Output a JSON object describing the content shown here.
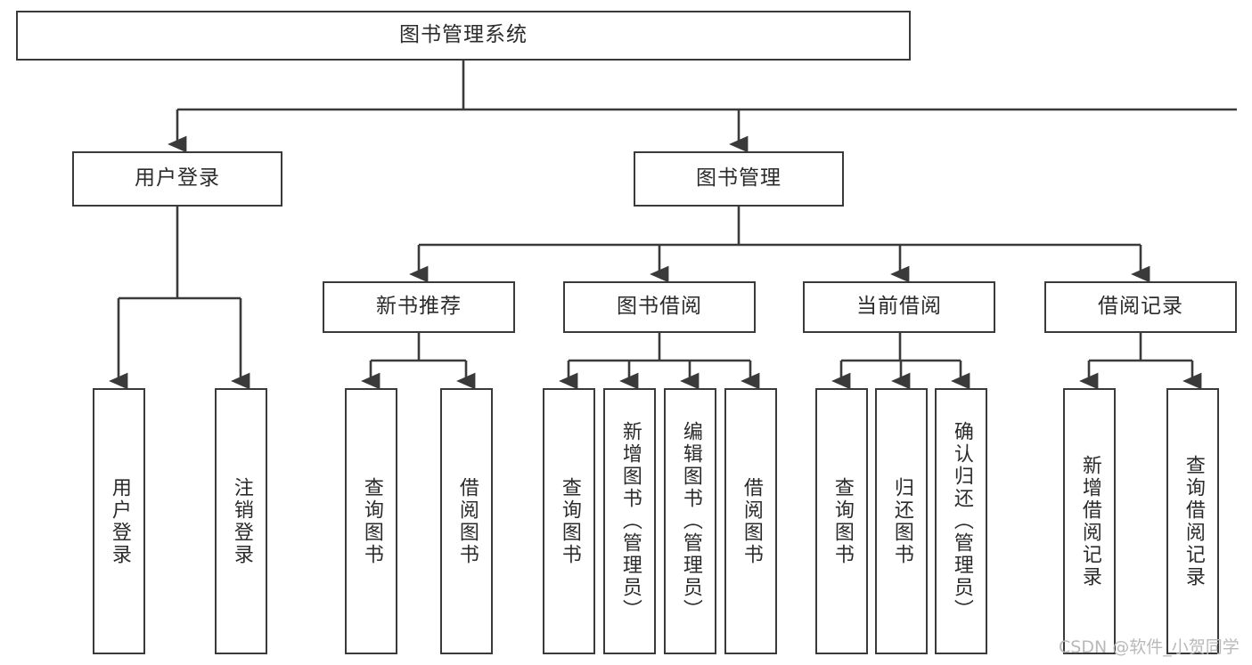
{
  "diagram": {
    "title": "图书管理系统",
    "type": "tree-hierarchy-chart",
    "colors": {
      "box_border": "#3a3a3a",
      "box_fill": "#ffffff",
      "connector": "#3a3a3a",
      "text": "#2b2b2b",
      "watermark": "#b9b9b9",
      "background": "#ffffff"
    },
    "root": {
      "label": "图书管理系统"
    },
    "level2": [
      {
        "id": "user-login",
        "label": "用户登录"
      },
      {
        "id": "book-management",
        "label": "图书管理"
      }
    ],
    "level3": [
      {
        "id": "new-book-recommend",
        "label": "新书推荐"
      },
      {
        "id": "book-borrow",
        "label": "图书借阅"
      },
      {
        "id": "current-borrow",
        "label": "当前借阅"
      },
      {
        "id": "borrow-record",
        "label": "借阅记录"
      }
    ],
    "leaves": {
      "user_login": [
        {
          "id": "leaf-user-login",
          "label": "用户登录"
        },
        {
          "id": "leaf-logout",
          "label": "注销登录"
        }
      ],
      "new_book_recommend": [
        {
          "id": "leaf-query-book-1",
          "label": "查询图书"
        },
        {
          "id": "leaf-borrow-book-1",
          "label": "借阅图书"
        }
      ],
      "book_borrow": [
        {
          "id": "leaf-query-book-2",
          "label": "查询图书"
        },
        {
          "id": "leaf-add-book",
          "label": "新增图书（管理员）"
        },
        {
          "id": "leaf-edit-book",
          "label": "编辑图书（管理员）"
        },
        {
          "id": "leaf-borrow-book-2",
          "label": "借阅图书"
        }
      ],
      "current_borrow": [
        {
          "id": "leaf-query-book-3",
          "label": "查询图书"
        },
        {
          "id": "leaf-return-book",
          "label": "归还图书"
        },
        {
          "id": "leaf-confirm-return",
          "label": "确认归还（管理员）"
        }
      ],
      "borrow_record": [
        {
          "id": "leaf-add-record",
          "label": "新增借阅记录"
        },
        {
          "id": "leaf-query-record",
          "label": "查询借阅记录"
        }
      ]
    }
  },
  "watermark": {
    "text": "CSDN @软件_小贺同学"
  }
}
